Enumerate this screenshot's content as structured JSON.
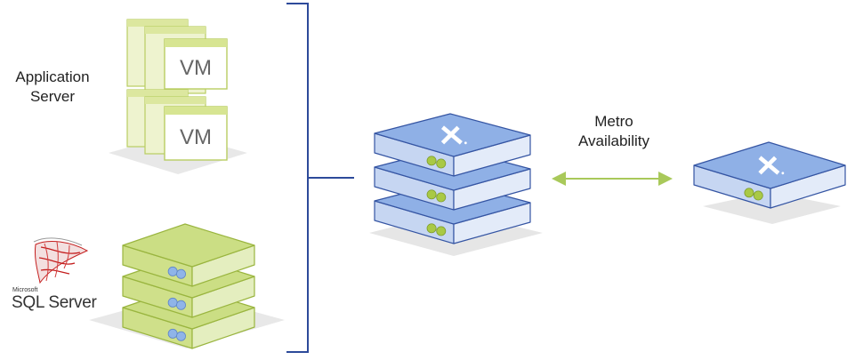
{
  "labels": {
    "application_server": [
      "Application",
      "Server"
    ],
    "metro_availability": [
      "Metro",
      "Availability"
    ],
    "vm": "VM",
    "sql_vendor": "Microsoft",
    "sql_product": "SQL Server"
  },
  "colors": {
    "green_light": "#dfeaa8",
    "green_mid": "#c3d873",
    "green_edge": "#97b03a",
    "blue_top": "#8fb0e6",
    "blue_side": "#dbe6f8",
    "blue_edge": "#3555a3",
    "bracket": "#2d4a9a",
    "arrow": "#a9c95a",
    "dot_green": "#a9c945",
    "dot_blue": "#8fb4e8",
    "shadow": "#e6e6e6"
  },
  "icons": {
    "nutanix_logo": "nutanix-x-icon",
    "sql_logo": "sql-server-logo"
  }
}
